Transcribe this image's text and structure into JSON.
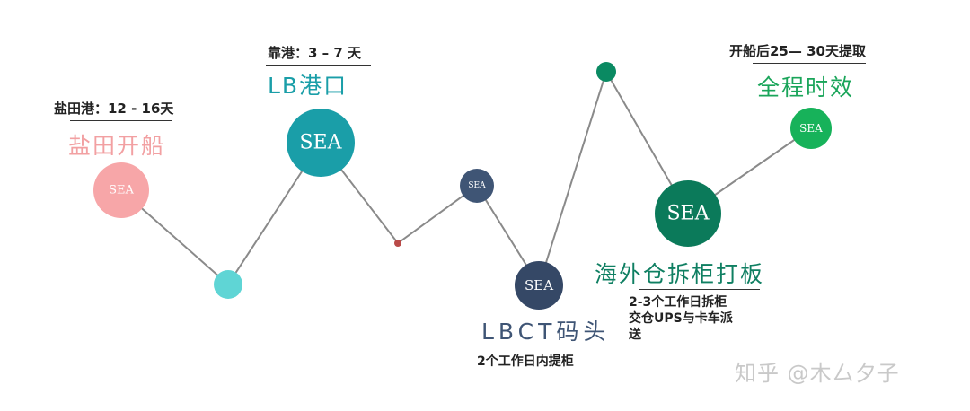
{
  "diagram": {
    "node_label": "SEA",
    "colors": {
      "pink": "#f7a6a8",
      "cyan": "#5fd5d5",
      "teal": "#1a9ea8",
      "red": "#b94a48",
      "slate_small": "#3f5575",
      "slate": "#354866",
      "green_dot": "#0a8a62",
      "dark_green": "#0b7a5a",
      "green": "#17b25a",
      "line": "#8a8a8a"
    }
  },
  "stages": {
    "yantian": {
      "header": "盐田港：12 - 16天",
      "title": "盐田开船",
      "color": "#f2a0a2"
    },
    "lb": {
      "header": "靠港：3 – 7 天",
      "title": "LB港口",
      "color": "#1a9ea8"
    },
    "lbct": {
      "title": "LBCT码头",
      "note": "2个工作日内提柜",
      "color": "#3f5575"
    },
    "warehouse": {
      "title": "海外仓拆柜打板",
      "note_line1": "2-3个工作日拆柜",
      "note_line2": "交仓UPS与卡车派",
      "note_line3": "送",
      "color": "#0f7f62"
    },
    "total": {
      "header": "开船后25— 30天提取",
      "title": "全程时效",
      "color": "#1aa55a"
    }
  },
  "watermark": "知乎 @木厶夕子"
}
